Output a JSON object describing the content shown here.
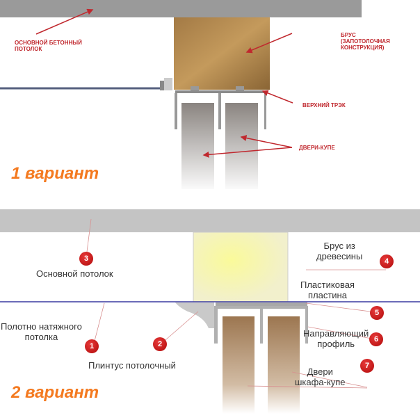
{
  "variant1": {
    "title": "1 вариант",
    "labels": {
      "ceiling": [
        "ОСНОВНОЙ БЕТОННЫЙ",
        "ПОТОЛОК"
      ],
      "beam": [
        "БРУС",
        "(ЗАПОТОЛОЧНАЯ",
        "КОНСТРУКЦИЯ)"
      ],
      "track": "ВЕРХНИЙ ТРЭК",
      "doors": "ДВЕРИ-КУПЕ"
    }
  },
  "variant2": {
    "title": "2 вариант",
    "callouts": [
      {
        "num": "1",
        "text": [
          "Полотно натяжного",
          "потолка"
        ]
      },
      {
        "num": "2",
        "text": [
          "Плинтус потолочный"
        ]
      },
      {
        "num": "3",
        "text": [
          "Основной потолок"
        ]
      },
      {
        "num": "4",
        "text": [
          "Брус из",
          "древесины"
        ]
      },
      {
        "num": "5",
        "text": [
          "Пластиковая",
          "пластина"
        ]
      },
      {
        "num": "6",
        "text": [
          "Направляющий",
          "профиль"
        ]
      },
      {
        "num": "7",
        "text": [
          "Двери",
          "шкафа-купе"
        ]
      }
    ]
  },
  "colors": {
    "label_red": "#c0282e",
    "variant_orange": "#f47a20",
    "badge_red": "#c81414",
    "line_blue": "#3a3aa0"
  }
}
